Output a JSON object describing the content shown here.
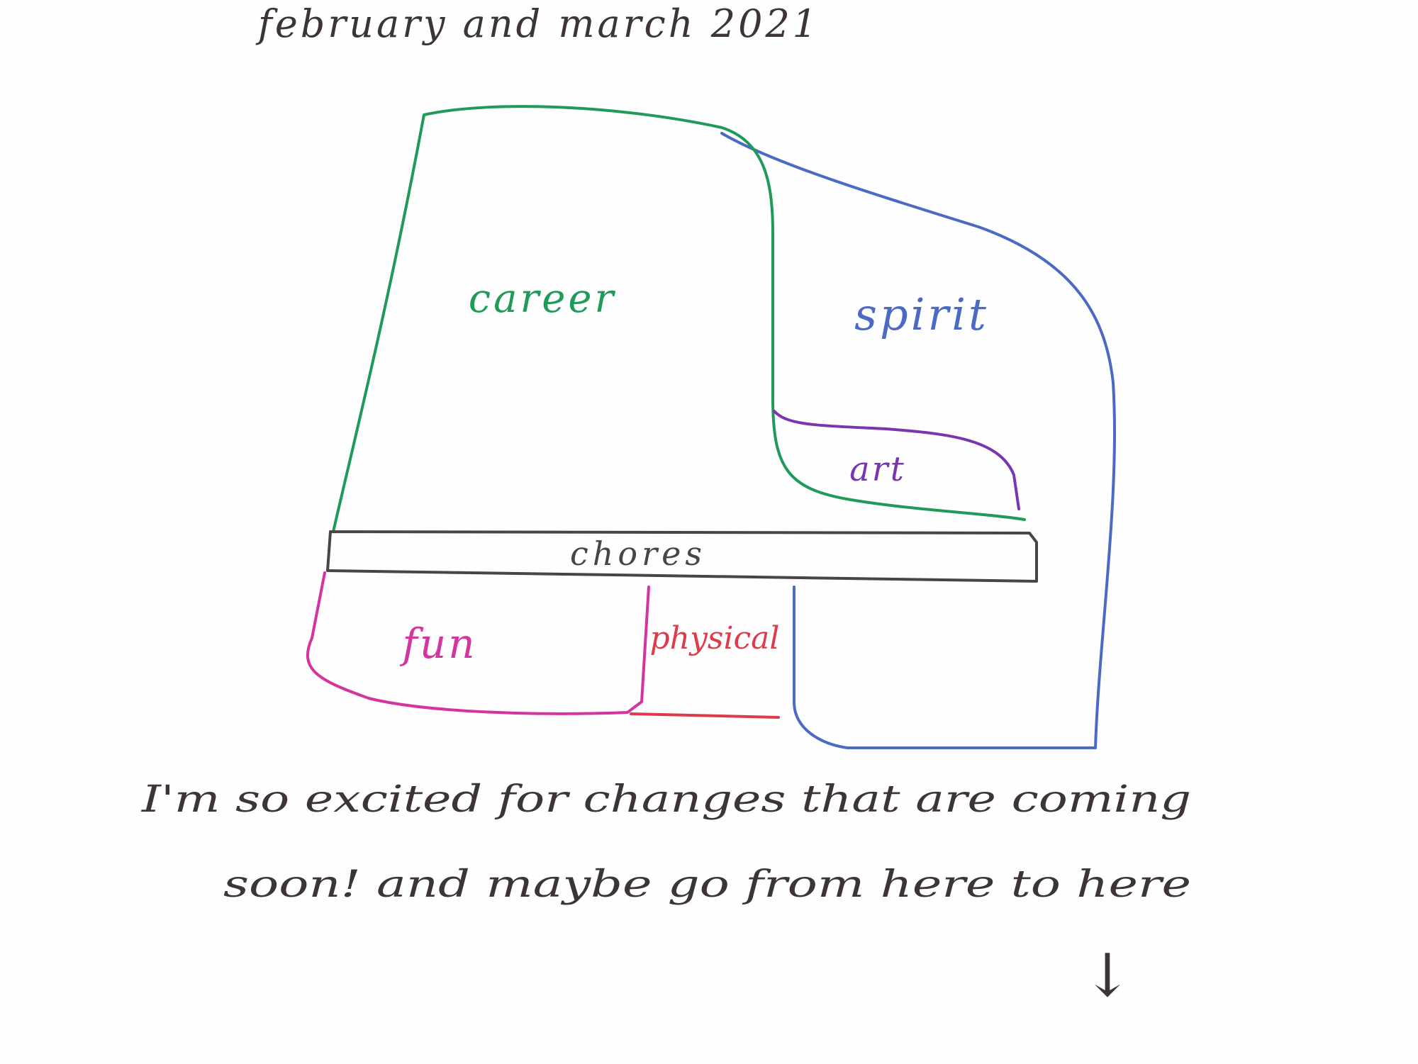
{
  "title": "february and march 2021",
  "regions": [
    {
      "id": "career",
      "label": "career",
      "color": "#1f9a58"
    },
    {
      "id": "spirit",
      "label": "spirit",
      "color": "#4a6ac6"
    },
    {
      "id": "art",
      "label": "art",
      "color": "#7a35b0"
    },
    {
      "id": "chores",
      "label": "chores",
      "color": "#4a4545"
    },
    {
      "id": "fun",
      "label": "fun",
      "color": "#d5339e"
    },
    {
      "id": "physical",
      "label": "physical",
      "color": "#dd3b4a"
    }
  ],
  "note": {
    "line1": "I'm so excited for changes that are coming",
    "line2": "soon! and maybe go from here to here"
  },
  "arrow_glyph": "↓",
  "ink_color": "#3d3535"
}
